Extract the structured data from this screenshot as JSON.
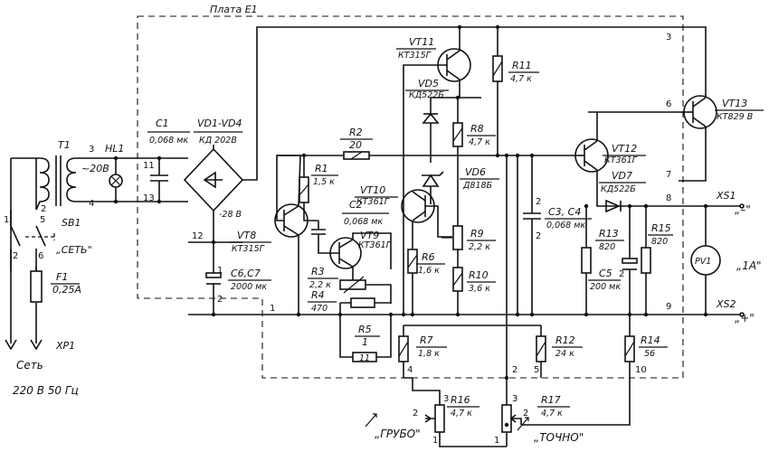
{
  "board": {
    "label": "Плата Е1"
  },
  "components": {
    "T1": "T1",
    "V20": "~20В",
    "HL1": "HL1",
    "C1": {
      "ref": "C1",
      "value": "0,068 мк"
    },
    "VD1_4": {
      "ref": "VD1-VD4",
      "value": "КД 202В"
    },
    "R2": {
      "ref": "R2",
      "value": "20"
    },
    "R1": {
      "ref": "R1",
      "value": "1,5 к"
    },
    "VT8": {
      "ref": "VT8",
      "value": "КТ315Г"
    },
    "VT9": {
      "ref": "VT9",
      "value": "КТ361Г"
    },
    "VT10": {
      "ref": "VT10",
      "value": "КТ361Г"
    },
    "VT11": {
      "ref": "VT11",
      "value": "КТ315Г"
    },
    "VT12": {
      "ref": "VT12",
      "value": "КТ361Г"
    },
    "VT13": {
      "ref": "VT13",
      "value": "КТ829 В"
    },
    "C2": {
      "ref": "C2",
      "value": "0,068 мк"
    },
    "R3": {
      "ref": "R3",
      "value": "2,2 к"
    },
    "R4": {
      "ref": "R4",
      "value": "470"
    },
    "R5": {
      "ref": "R5",
      "value": "1"
    },
    "R5val": "11",
    "C6C7": {
      "ref": "C6,C7",
      "value": "2000 мк"
    },
    "VD5": {
      "ref": "VD5",
      "value": "КД522Б"
    },
    "R8": {
      "ref": "R8",
      "value": "4,7 к"
    },
    "R11": {
      "ref": "R11",
      "value": "4,7 к"
    },
    "VD6": {
      "ref": "VD6",
      "value": "Д818Б"
    },
    "R9": {
      "ref": "R9",
      "value": "2,2 к"
    },
    "R10": {
      "ref": "R10",
      "value": "3,6 к"
    },
    "R6": {
      "ref": "R6",
      "value": "1,6 к"
    },
    "R7": {
      "ref": "R7",
      "value": "1,8 к"
    },
    "R12": {
      "ref": "R12",
      "value": "24 к"
    },
    "C3C4": {
      "ref": "C3, C4",
      "value": "0,068 мк"
    },
    "VD7": {
      "ref": "VD7",
      "value": "КД522Б"
    },
    "R13": {
      "ref": "R13",
      "value": "820"
    },
    "R15": {
      "ref": "R15",
      "value": "820"
    },
    "C5": {
      "ref": "C5",
      "value": "200 мк"
    },
    "R14": {
      "ref": "R14",
      "value": "56"
    },
    "R16": {
      "ref": "R16",
      "value": "4,7 к"
    },
    "R17": {
      "ref": "R17",
      "value": "4,7 к"
    },
    "PV1": "PV1",
    "XS1": "XS1",
    "XS2": "XS2",
    "SB1": "SB1",
    "F1": {
      "ref": "F1",
      "value": "0,25А"
    },
    "XP1": "XP1",
    "v28": "-28 В"
  },
  "labels": {
    "set_switch": "„СЕТЬ\"",
    "mains": "Сеть",
    "mains_spec": "220 В   50 Гц",
    "minus": "„–\"",
    "plus": "„+\"",
    "current": "„1А\"",
    "coarse": "„ГРУБО\"",
    "fine": "„ТОЧНО\""
  },
  "pins": {
    "p1": "1",
    "p2": "2",
    "p3": "3",
    "p4": "4",
    "p5": "5",
    "p6": "6",
    "p7": "7",
    "p8": "8",
    "p9": "9",
    "p10": "10",
    "p11": "11",
    "p12": "12",
    "p13": "13"
  },
  "colors": {
    "ink": "#111111",
    "paper": "#ffffff"
  }
}
